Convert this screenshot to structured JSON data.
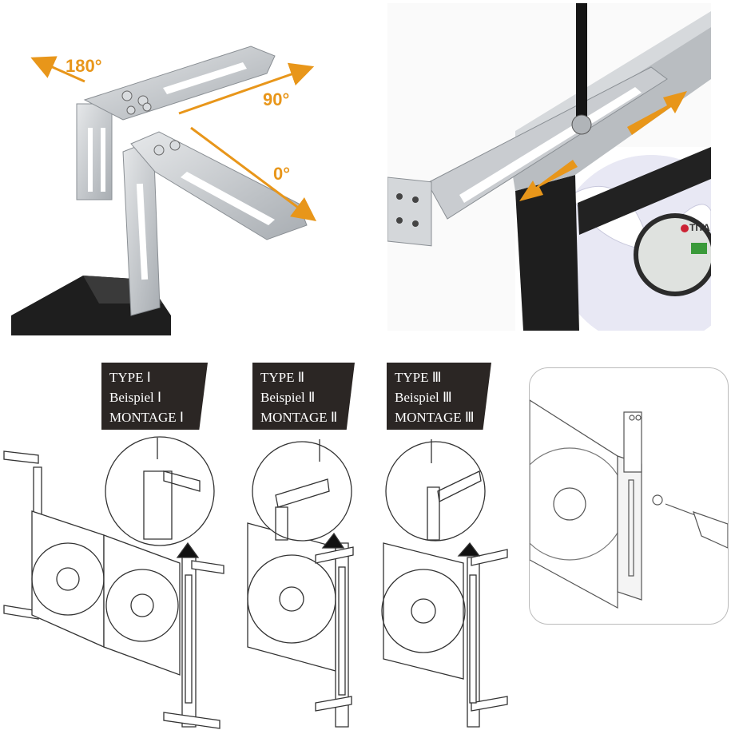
{
  "angles": {
    "a180": "180°",
    "a90": "90°",
    "a0": "0°"
  },
  "types": [
    {
      "line1": "TYPE Ⅰ",
      "line2": "Beispiel Ⅰ",
      "line3": "MONTAGE Ⅰ"
    },
    {
      "line1": "TYPE Ⅱ",
      "line2": "Beispiel Ⅱ",
      "line3": "MONTAGE Ⅱ"
    },
    {
      "line1": "TYPE Ⅲ",
      "line2": "Beispiel Ⅲ",
      "line3": "MONTAGE Ⅲ"
    }
  ],
  "fan_label_fragment": "TITA",
  "colors": {
    "accent_orange": "#e8961a",
    "label_bg": "#2b2624",
    "metal": "#c9ccd0",
    "fan_dark": "#1e1e1e"
  }
}
